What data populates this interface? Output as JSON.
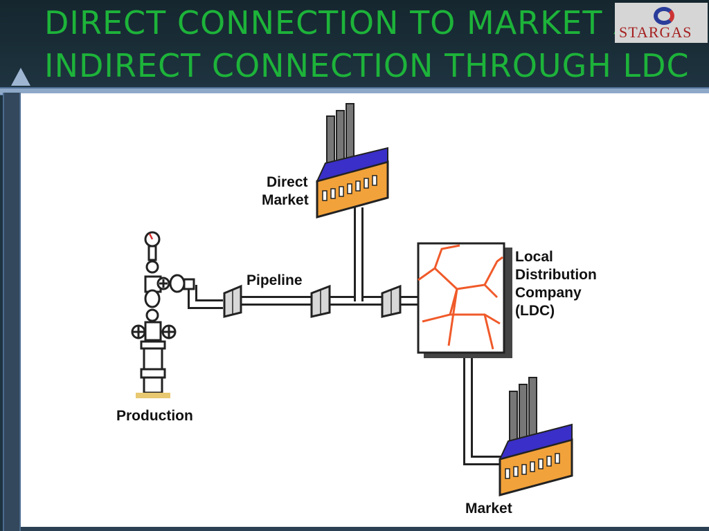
{
  "slide": {
    "title_line1": "DIRECT CONNECTION TO MARKET AND",
    "title_line2": "INDIRECT CONNECTION THROUGH LDC",
    "logo_text": "STARGAS"
  },
  "diagram": {
    "direct_market_line1": "Direct",
    "direct_market_line2": "Market",
    "pipeline": "Pipeline",
    "ldc_line1": "Local",
    "ldc_line2": "Distribution",
    "ldc_line3": "Company",
    "ldc_line4": "(LDC)",
    "production": "Production",
    "market": "Market"
  },
  "colors": {
    "title": "#1db33a",
    "factory_wall": "#f2a23a",
    "factory_roof": "#3a2fc8",
    "ldc_cracks": "#f05a2a",
    "gauge": "#e03030"
  }
}
